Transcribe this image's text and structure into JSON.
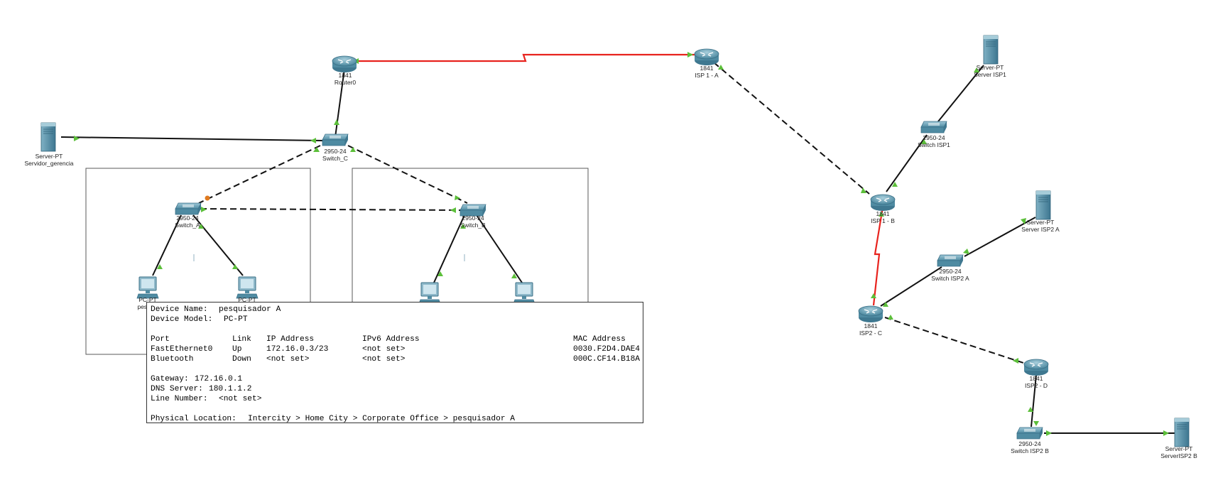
{
  "devices": {
    "router0": {
      "model": "1841",
      "name": "Router0"
    },
    "isp1a": {
      "model": "1841",
      "name": "ISP 1 - A"
    },
    "isp1b": {
      "model": "1841",
      "name": "ISP 1 - B"
    },
    "isp2c": {
      "model": "1841",
      "name": "ISP2 - C"
    },
    "isp2d": {
      "model": "1841",
      "name": "ISP2 - D"
    },
    "switch_c": {
      "model": "2950-24",
      "name": "Switch_C"
    },
    "switch_a": {
      "model": "2950-24",
      "name": "Switch_A"
    },
    "switch_b": {
      "model": "2950-24",
      "name": "Switch_B"
    },
    "switch_isp1": {
      "model": "2950-24",
      "name": "Switch ISP1"
    },
    "switch_isp2a": {
      "model": "2950-24",
      "name": "Switch ISP2 A"
    },
    "switch_isp2b": {
      "model": "2950-24",
      "name": "Switch ISP2 B"
    },
    "server_gerencia": {
      "model": "Server-PT",
      "name": "Servidor_gerencia"
    },
    "server_isp1": {
      "model": "Server-PT",
      "name": "Server ISP1"
    },
    "server_isp2a": {
      "model": "Server-PT",
      "name": "Server ISP2 A"
    },
    "server_isp2b": {
      "model": "Server-PT",
      "name": "ServerISP2 B"
    },
    "pc_a1": {
      "model": "PC-PT",
      "name": "pesqui"
    },
    "pc_a2": {
      "model": "PC-PT",
      "name": ""
    }
  },
  "tooltip": {
    "device_name_label": "Device Name:",
    "device_name": "pesquisador A",
    "device_model_label": "Device Model:",
    "device_model": "PC-PT",
    "columns": [
      "Port",
      "Link",
      "IP Address",
      "IPv6 Address",
      "MAC Address"
    ],
    "ports": [
      {
        "port": "FastEthernet0",
        "link": "Up",
        "ip": "172.16.0.3/23",
        "ipv6": "<not set>",
        "mac": "0030.F2D4.DAE4"
      },
      {
        "port": "Bluetooth",
        "link": "Down",
        "ip": "<not set>",
        "ipv6": "<not set>",
        "mac": "000C.CF14.B18A"
      }
    ],
    "gateway_label": "Gateway:",
    "gateway": "172.16.0.1",
    "dns_label": "DNS Server:",
    "dns": "180.1.1.2",
    "line_label": "Line Number:",
    "line": "<not set>",
    "location_label": "Physical Location:",
    "location": "Intercity > Home City > Corporate Office > pesquisador A"
  },
  "colors": {
    "serial_link": "#e8231e",
    "ethernet_link": "#111111",
    "link_up": "#5cbf3a",
    "link_blinking": "#e07a1f",
    "router_body": "#5f97ad",
    "switch_body": "#5f97ad",
    "server_body": "#4f8aa0"
  }
}
